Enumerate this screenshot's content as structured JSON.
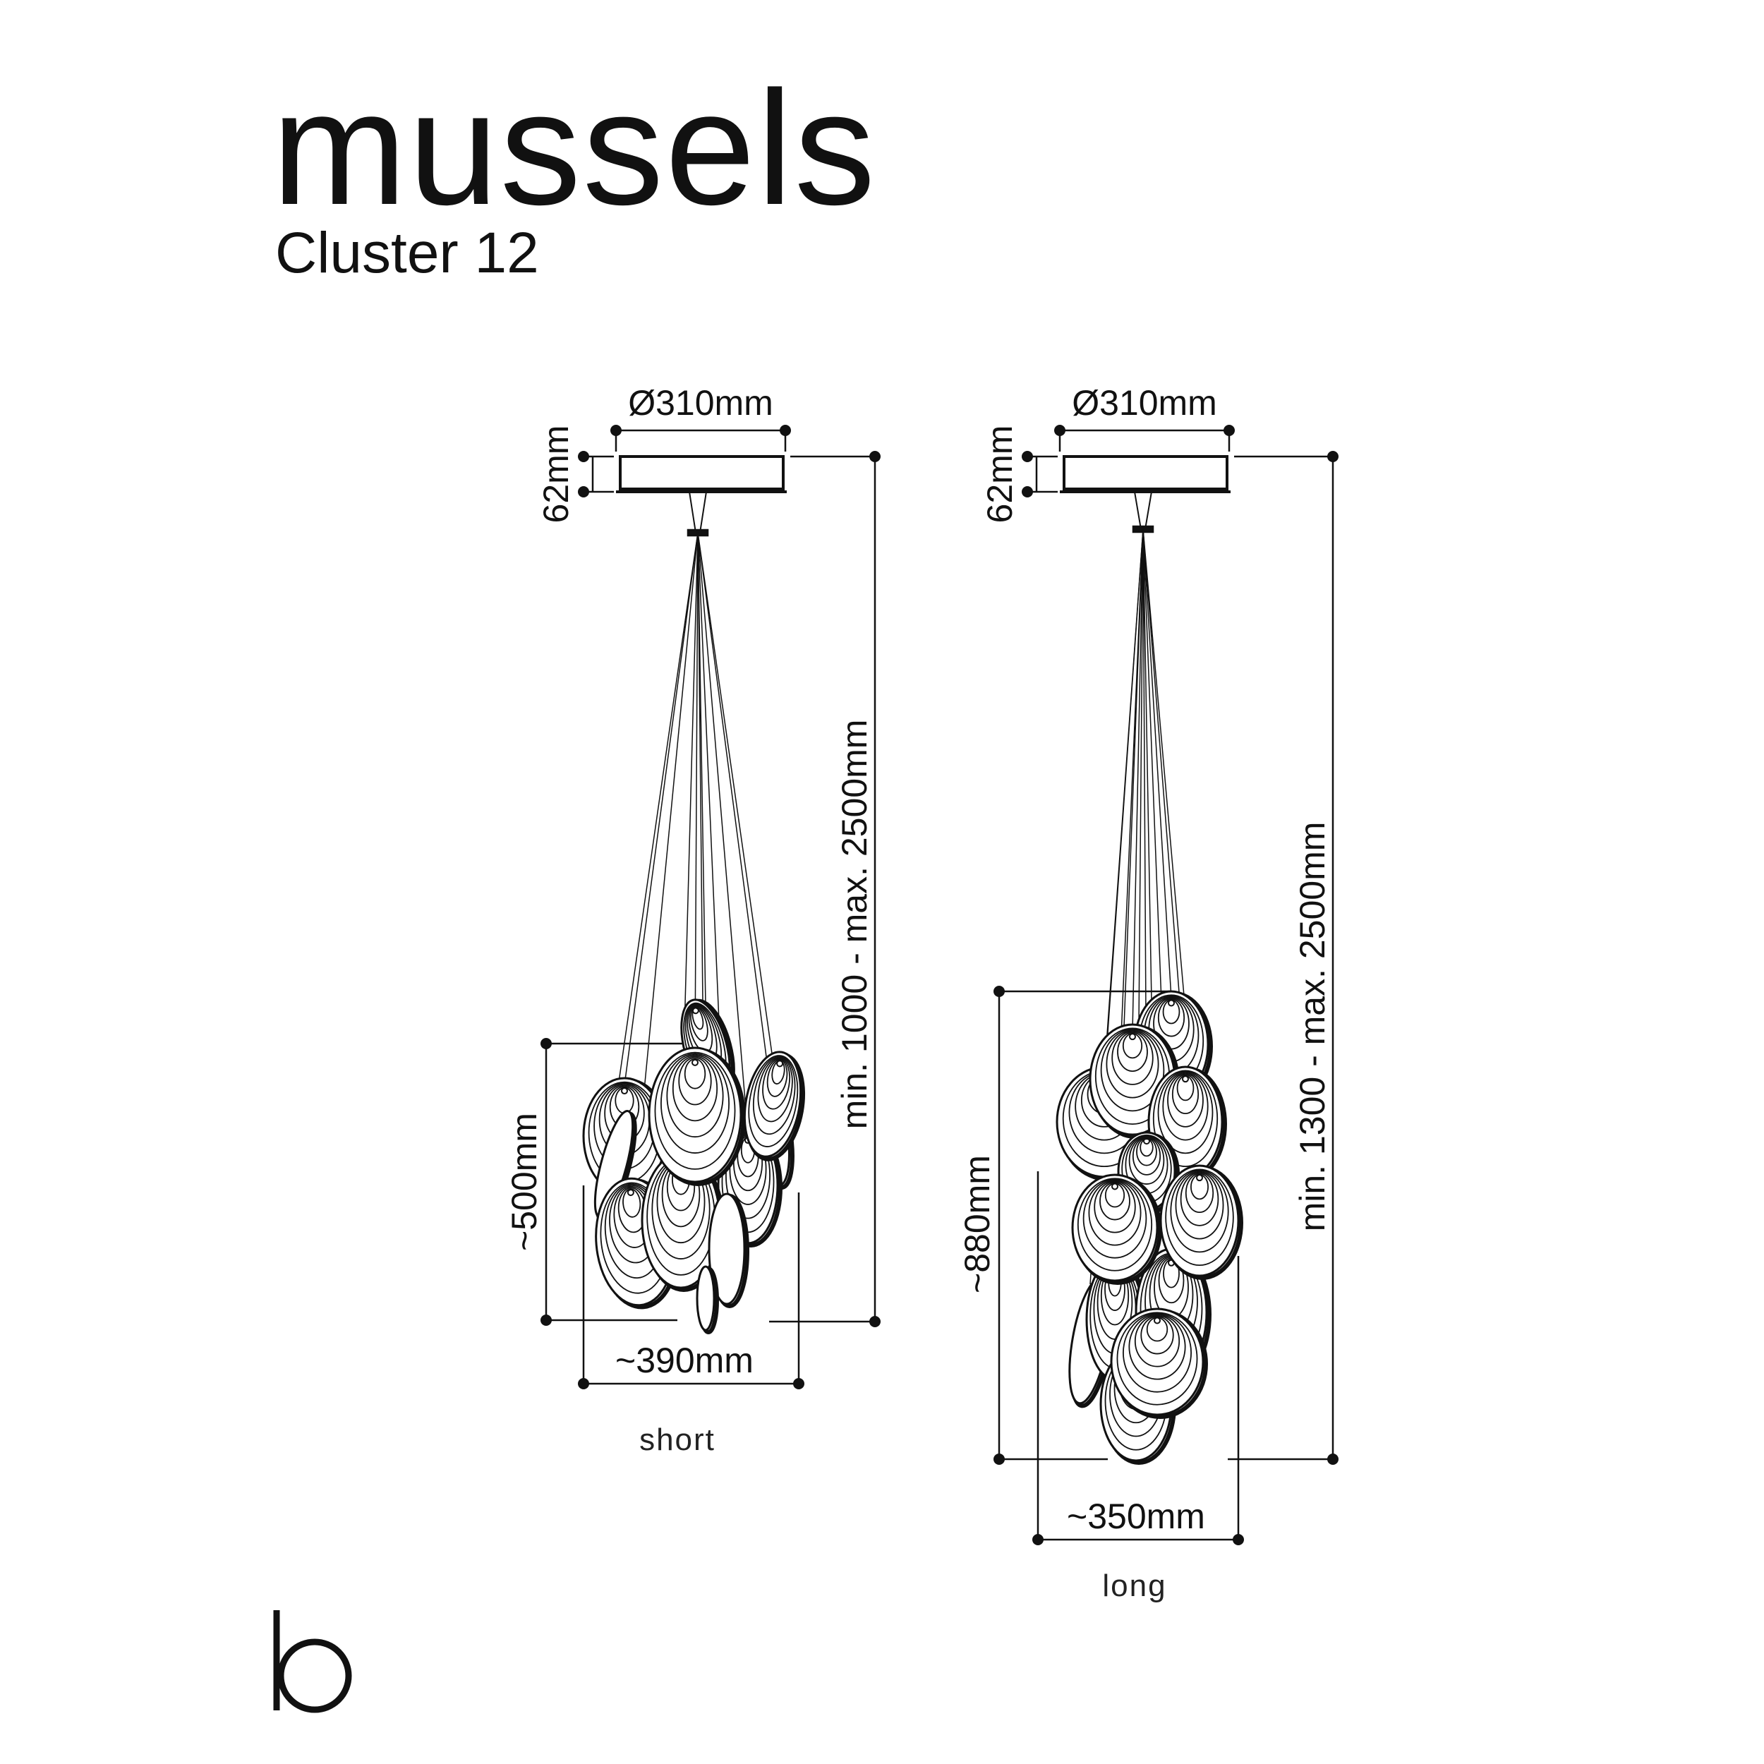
{
  "header": {
    "title": "mussels",
    "subtitle": "Cluster 12"
  },
  "variants": [
    {
      "label": "short",
      "canopy_diameter": "Ø310mm",
      "canopy_height": "62mm",
      "overall_height": "min. 1000 - max. 2500mm",
      "cluster_height": "~500mm",
      "cluster_width": "~390mm"
    },
    {
      "label": "long",
      "canopy_diameter": "Ø310mm",
      "canopy_height": "62mm",
      "overall_height": "min. 1300 - max. 2500mm",
      "cluster_height": "~880mm",
      "cluster_width": "~350mm"
    }
  ],
  "logo": {
    "text": "b"
  }
}
